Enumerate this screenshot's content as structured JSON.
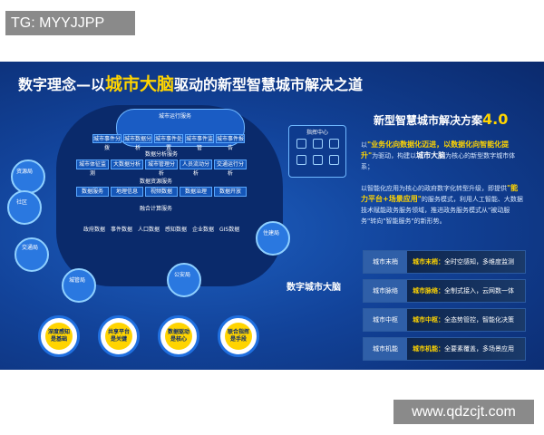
{
  "watermarks": {
    "top": "TG: MYYJJPP",
    "bottom": "www.qdzcjt.com"
  },
  "title": {
    "prefix": "数字理念—以",
    "highlight": "城市大脑",
    "suffix": "驱动的新型智慧城市解决之道"
  },
  "cloud": {
    "ops_label": "城市运行服务",
    "ops_items": [
      "城市事件分拨",
      "城市数据分析",
      "城市事件处置",
      "城市事件监管",
      "城市事件报告"
    ],
    "analysis_label": "数据分析服务",
    "analysis_items": [
      "城市体征监测",
      "大数据分析",
      "城市管理分析",
      "人员流动分析",
      "交通运行分析"
    ],
    "resource_label": "数据资源服务",
    "resource_items": [
      "数据服务",
      "地理信息",
      "视频数据",
      "数据治理",
      "数据开放"
    ],
    "fusion_label": "融合计算服务",
    "fusion_items": [
      "政府数据",
      "事件数据",
      "人口数据",
      "感知数据",
      "企业数据",
      "GIS数据"
    ]
  },
  "nodes": [
    "资源局",
    "社区",
    "交通局",
    "城管局",
    "住建局",
    "公安局"
  ],
  "command": {
    "label": "指挥中心"
  },
  "right": {
    "heading": "新型智慧城市解决方案",
    "version": "4.0",
    "para1": [
      "以",
      "\"业务化向数据化迈进，以数据化向智能化提升\"",
      "为驱动，构建以",
      "城市大脑",
      "为核心的新型数字城市体系；"
    ],
    "para2": [
      "以智能化应用为核心的政府数字化转型升级，即提供",
      "\"能力平台+场景应用\"",
      "的服务模式，利用人工智能、大数据技术赋能政务服务领域，推进政务服务模式从\"被动服务\"转向\"智能服务\"的新形势。"
    ],
    "bars": [
      {
        "tag": "城市末梢",
        "key": "城市末梢：",
        "text": "全时空感知，多维度监测"
      },
      {
        "tag": "城市脉络",
        "key": "城市脉络：",
        "text": "全制式接入，云网数一体"
      },
      {
        "tag": "城市中枢",
        "key": "城市中枢：",
        "text": "全态势管控，智能化决策"
      },
      {
        "tag": "城市机能",
        "key": "城市机能：",
        "text": "全要素覆盖，多场景应用"
      }
    ],
    "brain_label": "数字城市大脑"
  },
  "bottom_circles": [
    [
      "深度感知",
      "是基础"
    ],
    [
      "共享平台",
      "是关键"
    ],
    [
      "数据驱动",
      "是核心"
    ],
    [
      "联合指挥",
      "是手段"
    ]
  ],
  "colors": {
    "panel": "#12439a",
    "accent": "#ffd400",
    "node": "#2a78e0"
  }
}
